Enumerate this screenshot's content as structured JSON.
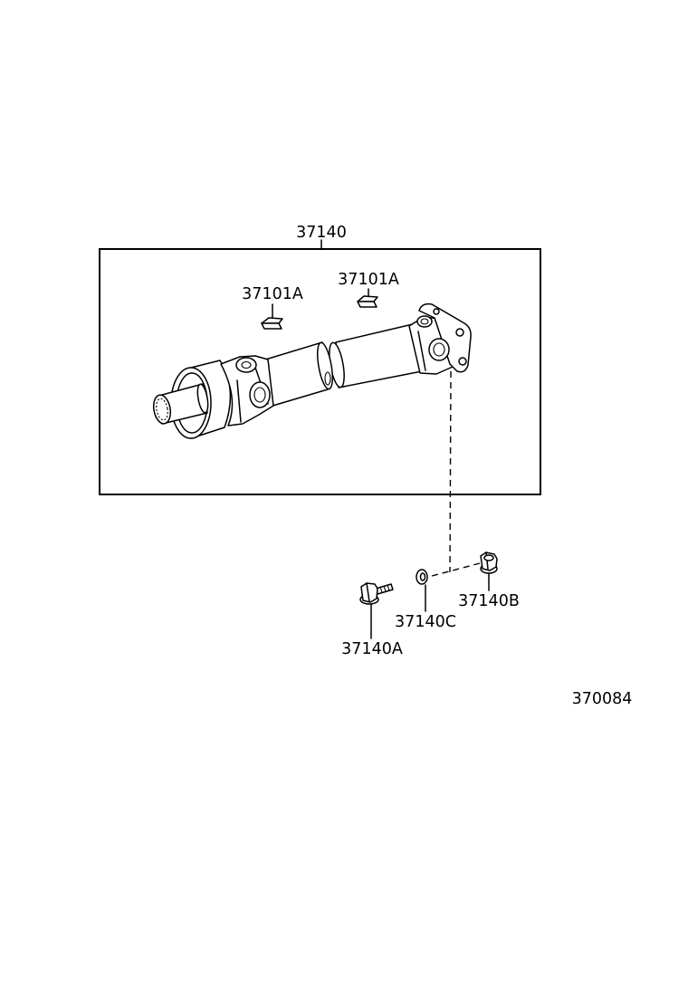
{
  "labels": {
    "assembly": "37140",
    "balance_weight_left": "37101A",
    "balance_weight_right": "37101A",
    "nut": "37140B",
    "washer": "37140C",
    "bolt": "37140A",
    "figure_code": "370084"
  }
}
